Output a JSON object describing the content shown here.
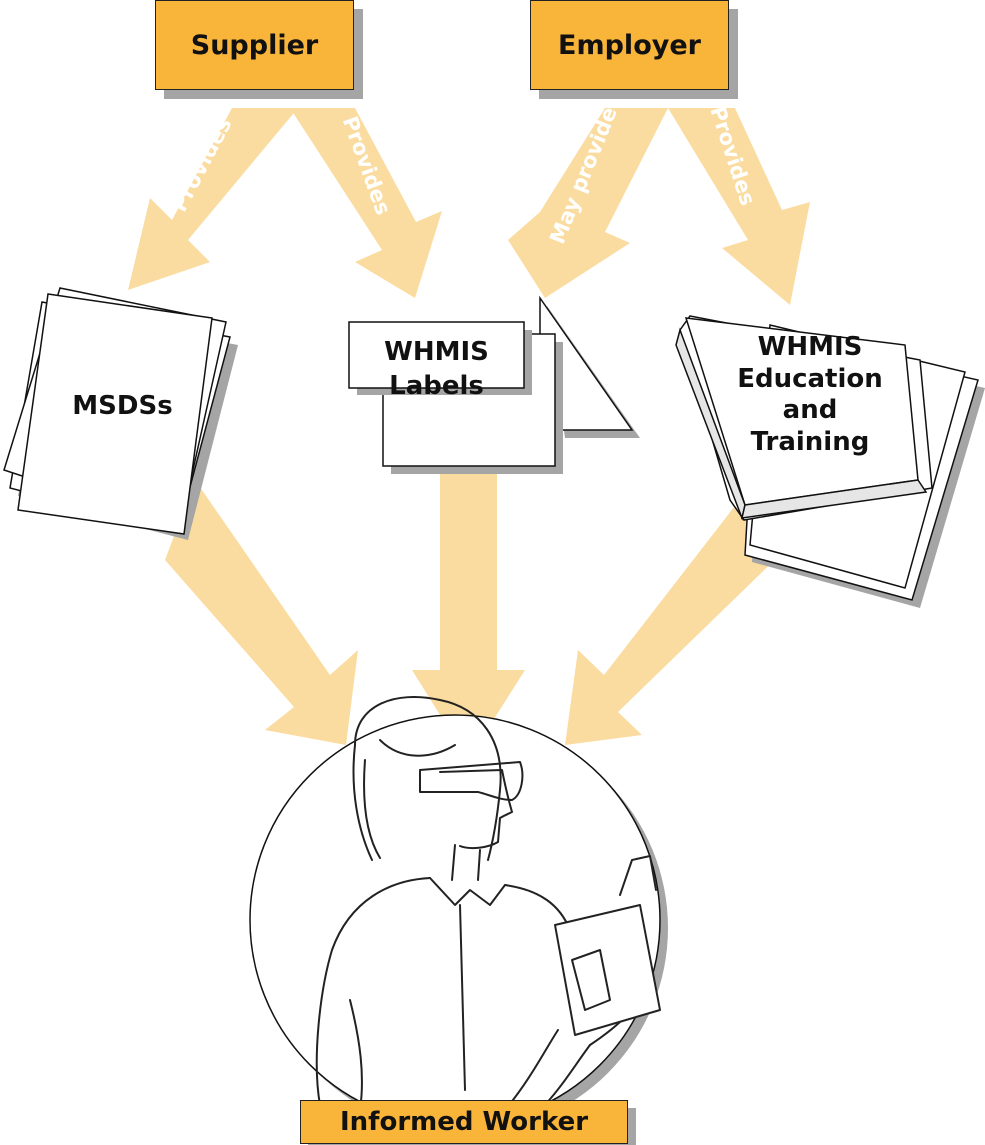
{
  "sources": {
    "supplier": "Supplier",
    "employer": "Employer"
  },
  "arrow_labels": {
    "supplier_to_msds": "Provides",
    "supplier_to_labels": "Provides",
    "employer_to_labels": "May provide",
    "employer_to_training": "Provides"
  },
  "nodes": {
    "msds": "MSDSs",
    "labels_line1": "WHMIS",
    "labels_line2": "Labels",
    "training_line1": "WHMIS",
    "training_line2": "Education",
    "training_line3": "and",
    "training_line4": "Training"
  },
  "target": {
    "label": "Informed Worker"
  },
  "colors": {
    "source_box": "#f9b43a",
    "arrow": "#fbdca0",
    "shadow": "#a5a5a5"
  }
}
